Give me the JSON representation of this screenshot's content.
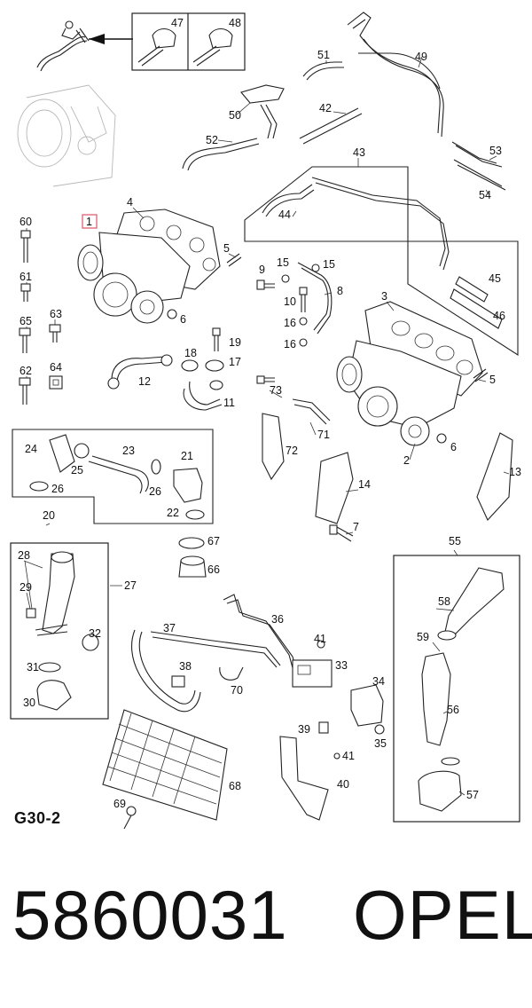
{
  "diagram": {
    "sheet_code": "G30-2",
    "highlighted_callout": "1",
    "highlight_color": "#e06070",
    "callouts": [
      "47",
      "48",
      "49",
      "50",
      "51",
      "52",
      "42",
      "43",
      "44",
      "53",
      "54",
      "45",
      "46",
      "4",
      "1",
      "5",
      "60",
      "61",
      "65",
      "63",
      "62",
      "64",
      "9",
      "15",
      "15",
      "10",
      "8",
      "16",
      "16",
      "3",
      "5",
      "18",
      "19",
      "17",
      "12",
      "11",
      "73",
      "71",
      "72",
      "2",
      "6",
      "6",
      "13",
      "14",
      "7",
      "24",
      "25",
      "26",
      "23",
      "21",
      "26",
      "22",
      "20",
      "28",
      "29",
      "27",
      "32",
      "31",
      "30",
      "67",
      "66",
      "37",
      "36",
      "38",
      "70",
      "41",
      "33",
      "34",
      "39",
      "41",
      "35",
      "40",
      "68",
      "69",
      "55",
      "58",
      "59",
      "56",
      "57"
    ]
  },
  "footer": {
    "part_number": "5860031",
    "brand": "OPEL"
  }
}
